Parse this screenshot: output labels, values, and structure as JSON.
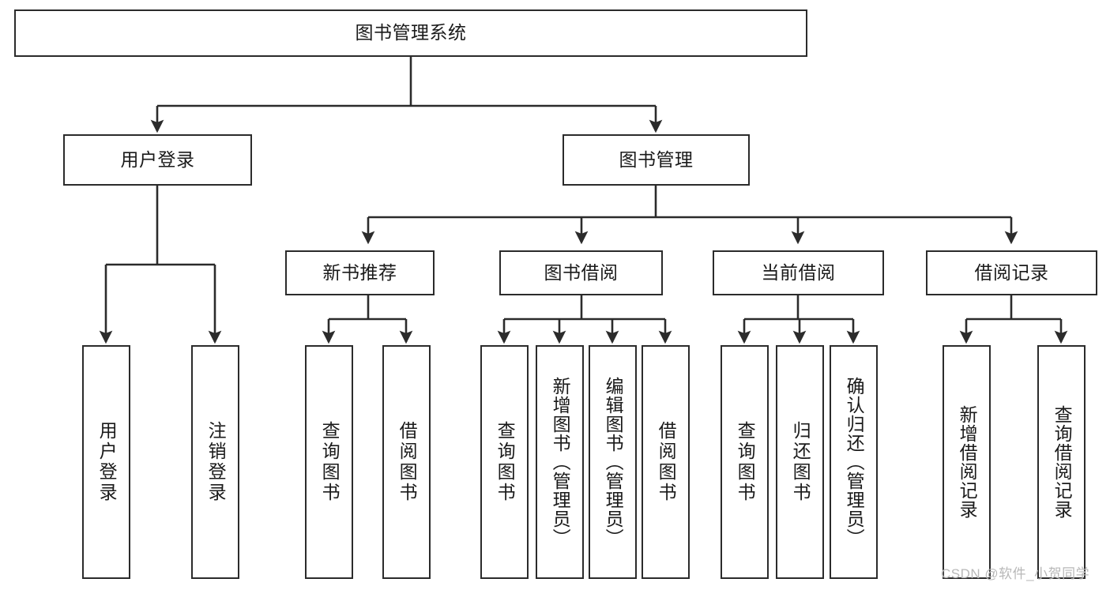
{
  "diagram": {
    "type": "tree-hierarchy-chart",
    "title": "图书管理系统",
    "colors": {
      "box_border": "#2b2b2b",
      "box_fill": "#ffffff",
      "connector": "#2b2b2b",
      "text": "#1a1a1a",
      "watermark": "#b8b8b8",
      "background": "#ffffff"
    },
    "levels": [
      {
        "level": 1,
        "nodes": [
          {
            "id": "root",
            "label": "图书管理系统",
            "orientation": "horizontal"
          }
        ]
      },
      {
        "level": 2,
        "nodes": [
          {
            "id": "login",
            "label": "用户登录",
            "orientation": "horizontal",
            "parent": "root"
          },
          {
            "id": "bookmgmt",
            "label": "图书管理",
            "orientation": "horizontal",
            "parent": "root"
          }
        ]
      },
      {
        "level": 3,
        "nodes": [
          {
            "id": "newbook",
            "label": "新书推荐",
            "orientation": "horizontal",
            "parent": "bookmgmt"
          },
          {
            "id": "borrow",
            "label": "图书借阅",
            "orientation": "horizontal",
            "parent": "bookmgmt"
          },
          {
            "id": "current",
            "label": "当前借阅",
            "orientation": "horizontal",
            "parent": "bookmgmt"
          },
          {
            "id": "records",
            "label": "借阅记录",
            "orientation": "horizontal",
            "parent": "bookmgmt"
          }
        ]
      },
      {
        "level": 4,
        "nodes": [
          {
            "id": "leaf1",
            "label": "用户登录",
            "orientation": "vertical",
            "parent": "login"
          },
          {
            "id": "leaf2",
            "label": "注销登录",
            "orientation": "vertical",
            "parent": "login"
          },
          {
            "id": "leaf3",
            "label": "查询图书",
            "orientation": "vertical",
            "parent": "newbook"
          },
          {
            "id": "leaf4",
            "label": "借阅图书",
            "orientation": "vertical",
            "parent": "newbook"
          },
          {
            "id": "leaf5",
            "label": "查询图书",
            "orientation": "vertical",
            "parent": "borrow"
          },
          {
            "id": "leaf6",
            "label": "新增图书（管理员）",
            "orientation": "vertical",
            "parent": "borrow"
          },
          {
            "id": "leaf7",
            "label": "编辑图书（管理员）",
            "orientation": "vertical",
            "parent": "borrow"
          },
          {
            "id": "leaf8",
            "label": "借阅图书",
            "orientation": "vertical",
            "parent": "borrow"
          },
          {
            "id": "leaf9",
            "label": "查询图书",
            "orientation": "vertical",
            "parent": "current"
          },
          {
            "id": "leaf10",
            "label": "归还图书",
            "orientation": "vertical",
            "parent": "current"
          },
          {
            "id": "leaf11",
            "label": "确认归还（管理员）",
            "orientation": "vertical",
            "parent": "current"
          },
          {
            "id": "leaf12",
            "label": "新增借阅记录",
            "orientation": "vertical",
            "parent": "records"
          },
          {
            "id": "leaf13",
            "label": "查询借阅记录",
            "orientation": "vertical",
            "parent": "records"
          }
        ]
      }
    ]
  },
  "watermark": {
    "text": "CSDN @软件_小贺同学"
  }
}
